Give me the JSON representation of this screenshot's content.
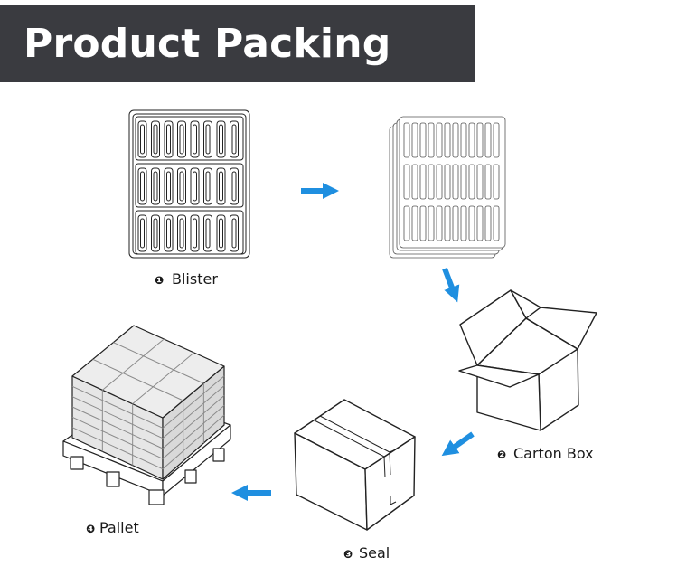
{
  "title": "Product Packing",
  "steps": [
    {
      "number": "❶",
      "label": "Blister"
    },
    {
      "number": "❷",
      "label": "Carton Box"
    },
    {
      "number": "❸",
      "label": "Seal"
    },
    {
      "number": "❹",
      "label": "Pallet"
    }
  ],
  "colors": {
    "title_bg": "#3a3b40",
    "arrow": "#1f8fe0",
    "line": "#222222",
    "box_grey": "#e3e3e3"
  }
}
